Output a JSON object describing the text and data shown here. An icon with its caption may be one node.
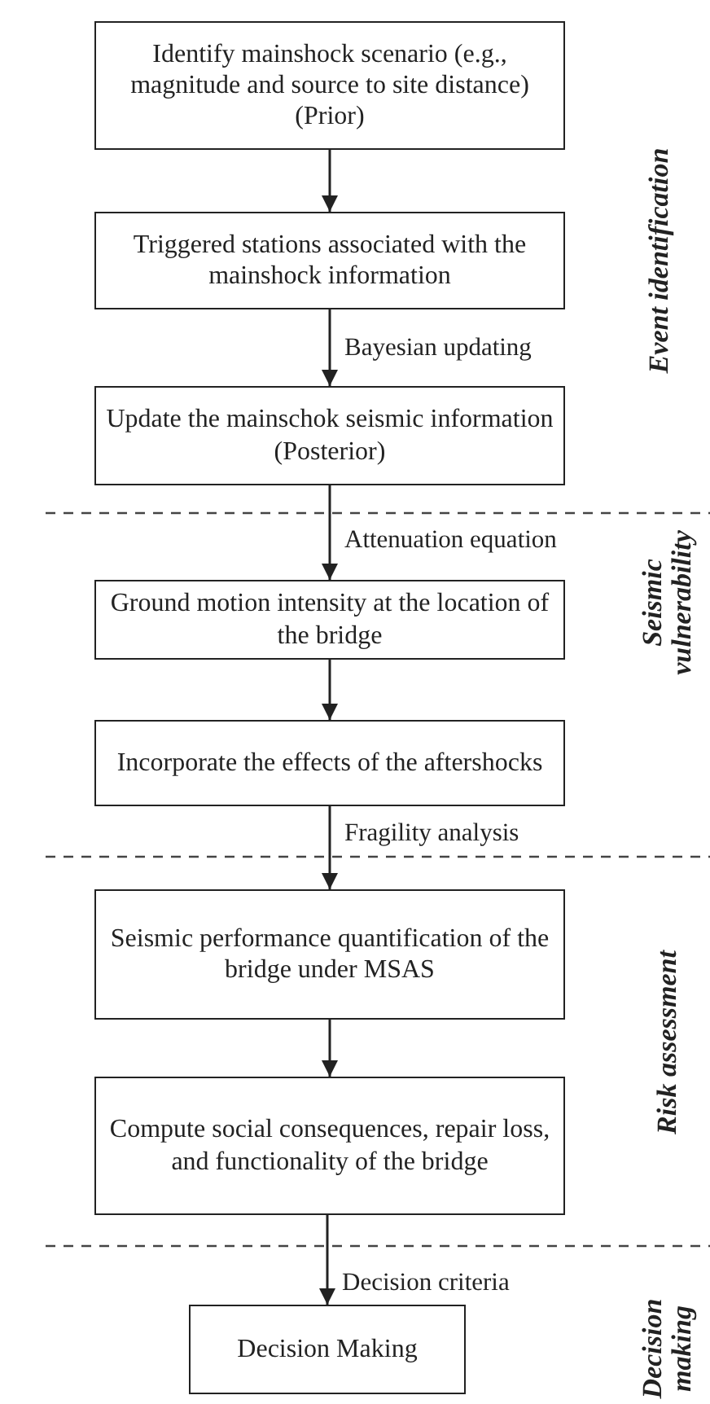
{
  "diagram": {
    "nodes": [
      {
        "text": [
          "Identify mainshock scenario (e.g., magnitude and source to site distance) (Prior)"
        ]
      },
      {
        "text": [
          "Triggered stations associated with the mainshock information"
        ]
      },
      {
        "text": [
          "Update the mainschok seismic information (Posterior)"
        ]
      },
      {
        "text": [
          "Ground motion intensity at the location of the bridge"
        ]
      },
      {
        "text": [
          "Incorporate the effects of the aftershocks"
        ]
      },
      {
        "text": [
          "Seismic performance quantification of the bridge under MSAS"
        ]
      },
      {
        "text": [
          "Compute social consequences, repair loss, and functionality of the bridge"
        ]
      },
      {
        "text": [
          "Decision Making"
        ]
      }
    ],
    "edges": [
      {
        "from": 0,
        "to": 1,
        "arrow": "to"
      },
      {
        "from": 1,
        "to": 2,
        "arrow": "to",
        "label": "Bayesian updating"
      },
      {
        "from": 2,
        "to": 3,
        "arrow": "to",
        "label": "Attenuation equation"
      },
      {
        "from": 3,
        "to": 4,
        "arrow": "to"
      },
      {
        "from": 4,
        "to": 5,
        "arrow": "to",
        "label": "Fragility analysis"
      },
      {
        "from": 5,
        "to": 6,
        "arrow": "to"
      },
      {
        "from": 6,
        "to": 7,
        "arrow": "to",
        "label": "Decision criteria"
      }
    ],
    "labels": [
      "Event identification",
      "Seismic vulnerability",
      "Risk assessment",
      "Decision making"
    ]
  }
}
